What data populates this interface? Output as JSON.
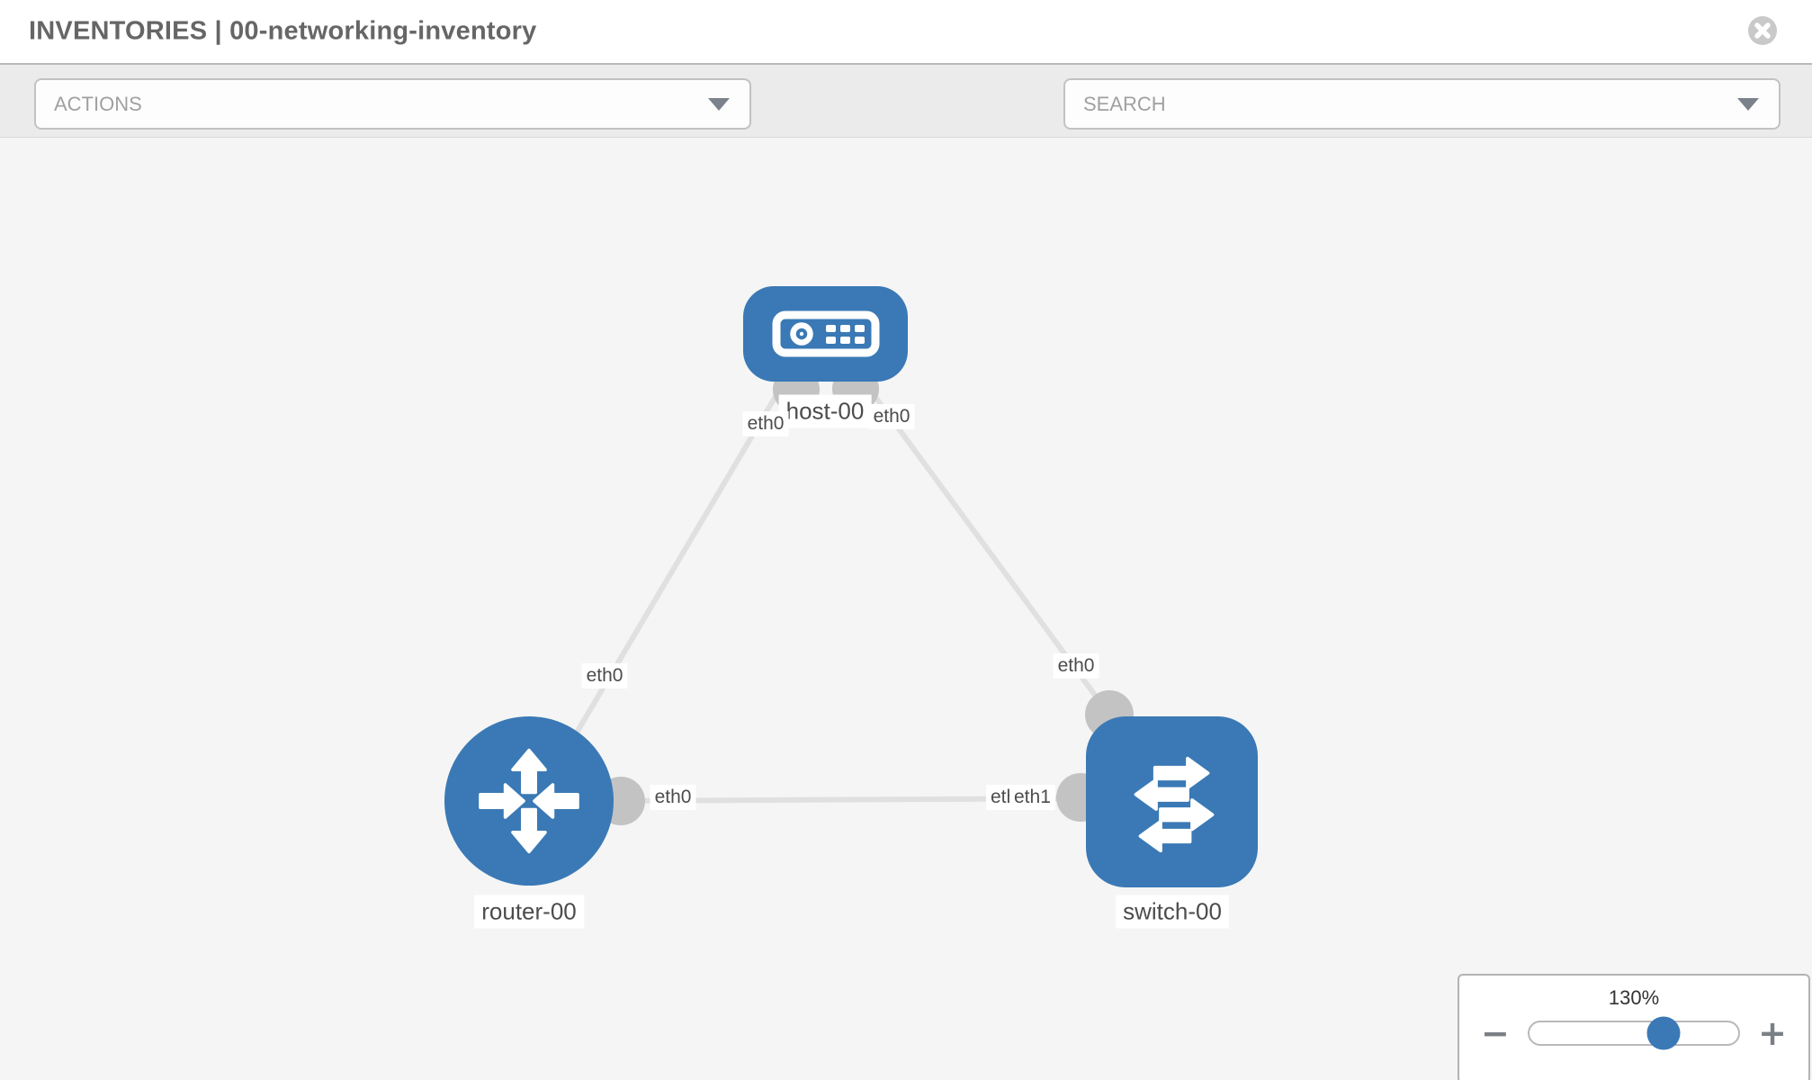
{
  "window": {
    "title": "INVENTORIES | 00-networking-inventory"
  },
  "toolbar": {
    "actions_label": "ACTIONS",
    "search_placeholder": "SEARCH"
  },
  "topology": {
    "nodes": [
      {
        "id": "host-00",
        "type": "host",
        "label": "host-00"
      },
      {
        "id": "router-00",
        "type": "router",
        "label": "router-00"
      },
      {
        "id": "switch-00",
        "type": "switch",
        "label": "switch-00"
      }
    ],
    "links": [
      {
        "source": "host-00",
        "source_interface": "eth0",
        "target": "router-00",
        "target_interface": "eth0"
      },
      {
        "source": "host-00",
        "source_interface": "eth0",
        "target": "switch-00",
        "target_interface": "eth0"
      },
      {
        "source": "router-00",
        "source_interface": "eth0",
        "target": "switch-00",
        "target_interface": "eth1"
      }
    ],
    "switch_left_overlap": {
      "under": "eth0",
      "over": "eth1"
    }
  },
  "zoom_control": {
    "level": "130%",
    "minus": "−",
    "plus": "+"
  },
  "colors": {
    "node_blue": "#3a79b5",
    "link_gray": "#e0e0e0",
    "port_gray": "#c3c3c3",
    "toolbar_bg": "#ebebeb",
    "canvas_bg": "#f5f5f5"
  }
}
